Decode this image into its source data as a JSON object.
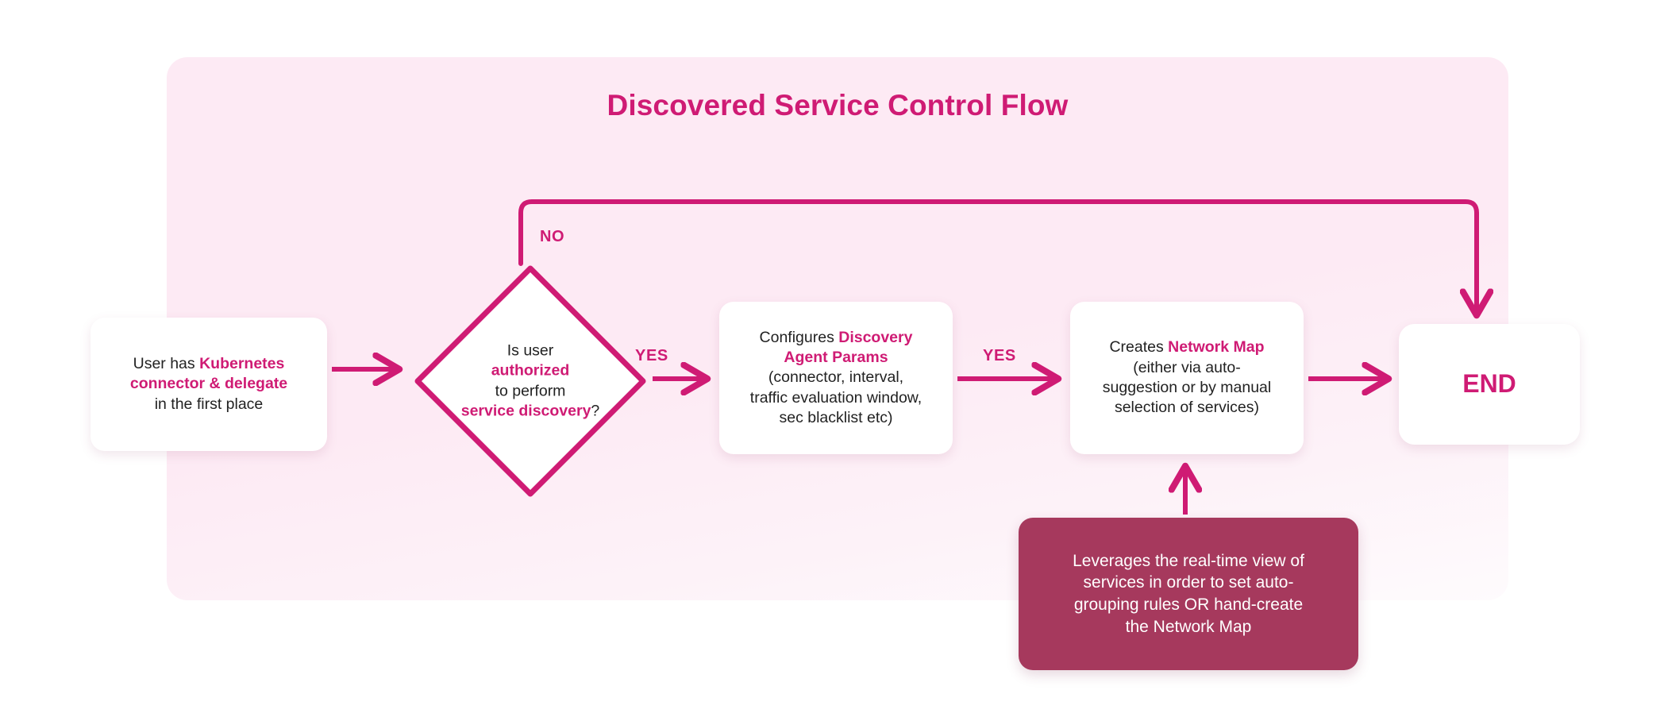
{
  "diagram": {
    "title": "Discovered Service Control Flow",
    "type": "flowchart",
    "colors": {
      "accent_pink": "#cf1b74",
      "panel_background": "#fdeaf4",
      "note_background": "#a6395d",
      "node_background": "#ffffff",
      "body_text": "#222222",
      "page_background": "#ffffff"
    }
  },
  "nodes": {
    "start": {
      "shape": "rounded-rect",
      "lines": [
        {
          "plain": "User has ",
          "highlight": "Kubernetes"
        },
        {
          "highlight": "connector & delegate"
        },
        {
          "plain": "in the first place"
        }
      ],
      "text": "User has Kubernetes connector & delegate in the first place"
    },
    "decision": {
      "shape": "diamond",
      "lines": [
        {
          "plain": "Is user"
        },
        {
          "highlight": "authorized"
        },
        {
          "plain": "to perform"
        },
        {
          "highlight": "service discovery",
          "plain_after": "?"
        }
      ],
      "text": "Is user authorized to perform service discovery?"
    },
    "config": {
      "shape": "rounded-rect",
      "lines": [
        {
          "plain": "Configures ",
          "highlight": "Discovery"
        },
        {
          "highlight": "Agent Params"
        },
        {
          "plain": "(connector, interval,"
        },
        {
          "plain": "traffic evaluation window,"
        },
        {
          "plain": "sec blacklist etc)"
        }
      ],
      "text": "Configures Discovery Agent Params (connector, interval, traffic evaluation window, sec blacklist etc)"
    },
    "netmap": {
      "shape": "rounded-rect",
      "lines": [
        {
          "plain": "Creates ",
          "highlight": "Network Map"
        },
        {
          "plain": "(either via auto-"
        },
        {
          "plain": "suggestion or by manual"
        },
        {
          "plain": "selection of services)"
        }
      ],
      "text": "Creates Network Map (either via auto-suggestion or by manual selection of services)"
    },
    "end": {
      "shape": "rounded-rect",
      "label": "END"
    },
    "note": {
      "shape": "rounded-rect",
      "lines": [
        "Leverages the real-time view of",
        "services in order to set auto-",
        "grouping rules OR hand-create",
        "the Network Map"
      ],
      "text": "Leverages the real-time view of services in order to set auto-grouping rules OR hand-create the Network Map"
    }
  },
  "edges": [
    {
      "from": "start",
      "to": "decision",
      "label": "",
      "direction": "right"
    },
    {
      "from": "decision",
      "to": "config",
      "label": "YES",
      "direction": "right"
    },
    {
      "from": "config",
      "to": "netmap",
      "label": "YES",
      "direction": "right"
    },
    {
      "from": "netmap",
      "to": "end",
      "label": "",
      "direction": "right"
    },
    {
      "from": "decision",
      "to": "end",
      "label": "NO",
      "direction": "up-right-down"
    },
    {
      "from": "note",
      "to": "netmap",
      "label": "",
      "direction": "up"
    }
  ],
  "labels": {
    "no": "NO",
    "yes_first": "YES",
    "yes_second": "YES"
  }
}
